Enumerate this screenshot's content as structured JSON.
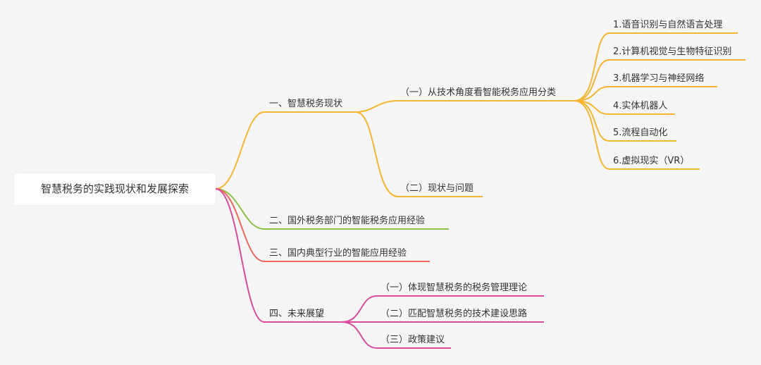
{
  "colors": {
    "background": "#f5f5f5",
    "branch_1": "#f5b52e",
    "branch_2": "#8dc048",
    "branch_3": "#f0665a",
    "branch_4": "#dc4a9c",
    "text": "#333333"
  },
  "root": {
    "label": "智慧税务的实践现状和发展探索"
  },
  "branches": [
    {
      "label": "一、智慧税务现状",
      "children": [
        {
          "label": "（一）从技术角度看智能税务应用分类",
          "children": [
            {
              "label": "1.语音识别与自然语言处理"
            },
            {
              "label": "2.计算机视觉与生物特征识别"
            },
            {
              "label": "3.机器学习与神经网络"
            },
            {
              "label": "4.实体机器人"
            },
            {
              "label": "5.流程自动化"
            },
            {
              "label": "6.虚拟现实（VR）"
            }
          ]
        },
        {
          "label": "（二）现状与问题"
        }
      ]
    },
    {
      "label": "二、国外税务部门的智能税务应用经验"
    },
    {
      "label": "三、国内典型行业的智能应用经验"
    },
    {
      "label": "四、未来展望",
      "children": [
        {
          "label": "（一）体现智慧税务的税务管理理论"
        },
        {
          "label": "（二）匹配智慧税务的技术建设思路"
        },
        {
          "label": "（三）政策建议"
        }
      ]
    }
  ]
}
